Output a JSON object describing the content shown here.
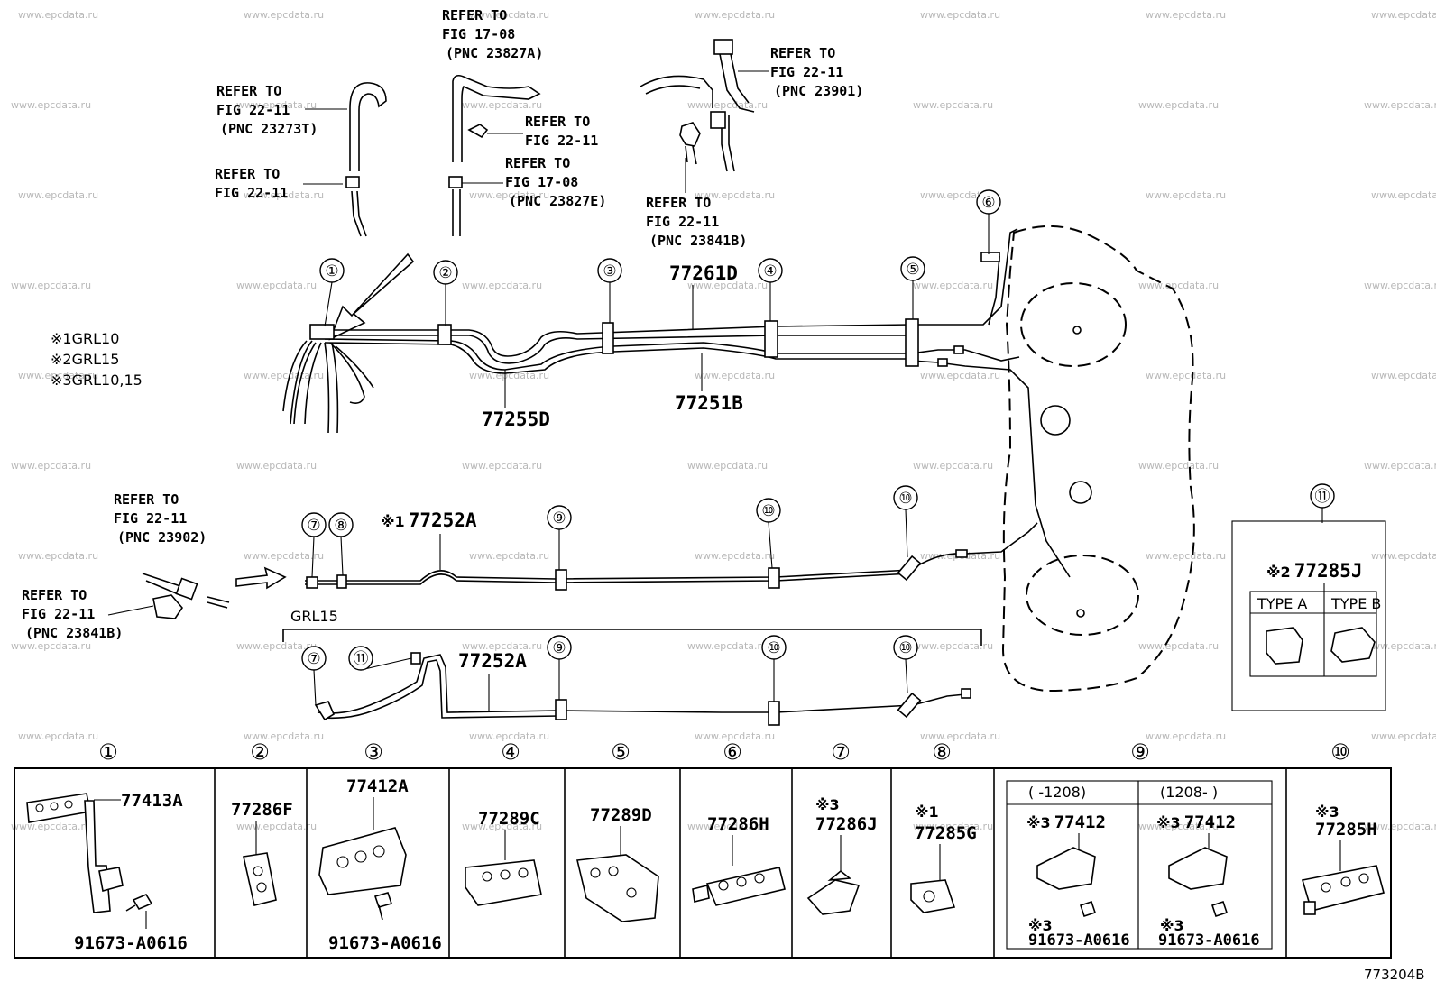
{
  "watermark": "www.epcdata.ru",
  "figure_code": "773204B",
  "notes": [
    {
      "mark": "※1",
      "text": "GRL10"
    },
    {
      "mark": "※2",
      "text": "GRL15"
    },
    {
      "mark": "※3",
      "text": "GRL10,15"
    }
  ],
  "refer_labels": {
    "r1": [
      "REFER TO",
      "FIG 22-11",
      "(PNC 23273T)"
    ],
    "r2": [
      "REFER TO",
      "FIG 22-11"
    ],
    "r3": [
      "REFER TO",
      "FIG 17-08",
      "(PNC 23827A)"
    ],
    "r4": [
      "REFER TO",
      "FIG 22-11"
    ],
    "r5": [
      "REFER TO",
      "FIG 17-08",
      "(PNC 23827E)"
    ],
    "r6": [
      "REFER TO",
      "FIG 22-11",
      "(PNC 23901)"
    ],
    "r7": [
      "REFER TO",
      "FIG 22-11",
      "(PNC 23841B)"
    ],
    "r8": [
      "REFER TO",
      "FIG 22-11",
      "(PNC 23902)"
    ],
    "r9": [
      "REFER TO",
      "FIG 22-11",
      "(PNC 23841B)"
    ]
  },
  "main_parts": {
    "p77261D": "77261D",
    "p77251B": "77251B",
    "p77255D": "77255D",
    "p77252A_upper": "77252A",
    "p77252A_lower": "77252A",
    "upper_note": "※1"
  },
  "grl15_label": "GRL15",
  "callouts": [
    "①",
    "②",
    "③",
    "④",
    "⑤",
    "⑥",
    "⑦",
    "⑧",
    "⑨",
    "⑩",
    "⑪"
  ],
  "detail_11": {
    "callout": "⑪",
    "note": "※2",
    "part": "77285J",
    "type_a": "TYPE A",
    "type_b": "TYPE B"
  },
  "bottom_table": {
    "cells": [
      {
        "callout": "①",
        "parts": [
          "77413A",
          "91673-A0616"
        ]
      },
      {
        "callout": "②",
        "parts": [
          "77286F"
        ]
      },
      {
        "callout": "③",
        "parts": [
          "77412A",
          "91673-A0616"
        ]
      },
      {
        "callout": "④",
        "parts": [
          "77289C"
        ]
      },
      {
        "callout": "⑤",
        "parts": [
          "77289D"
        ]
      },
      {
        "callout": "⑥",
        "parts": [
          "77286H"
        ]
      },
      {
        "callout": "⑦",
        "note": "※3",
        "parts": [
          "77286J"
        ]
      },
      {
        "callout": "⑧",
        "note": "※1",
        "parts": [
          "77285G"
        ]
      },
      {
        "callout": "⑨",
        "sub": [
          {
            "header": "(     -1208)",
            "note": "※3",
            "part": "77412",
            "bolt_note": "※3",
            "bolt": "91673-A0616"
          },
          {
            "header": "(1208-      )",
            "note": "※3",
            "part": "77412",
            "bolt_note": "※3",
            "bolt": "91673-A0616"
          }
        ]
      },
      {
        "callout": "⑩",
        "note": "※3",
        "parts": [
          "77285H"
        ]
      }
    ]
  }
}
